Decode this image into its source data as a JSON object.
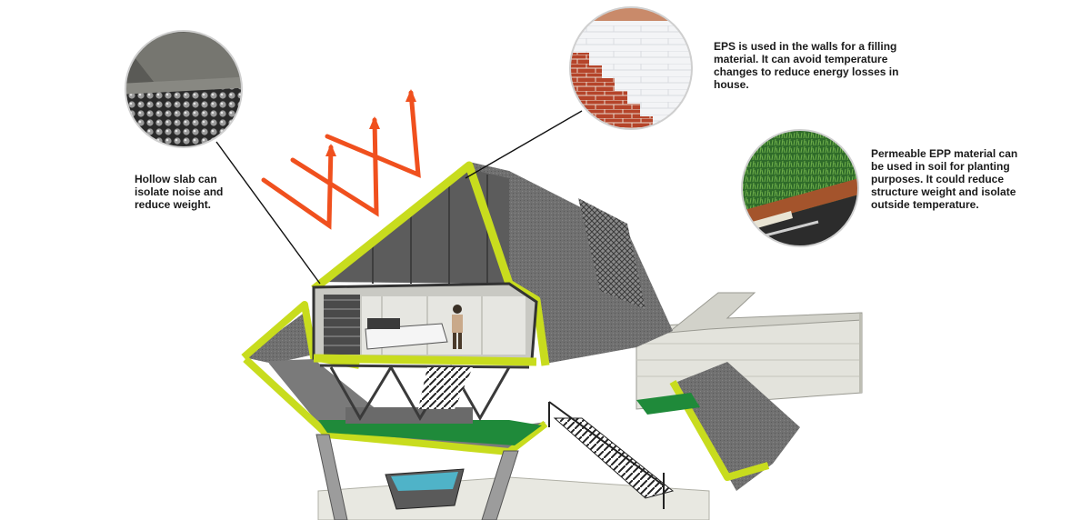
{
  "callouts": {
    "hollow_slab": {
      "text": "Hollow slab can isolate noise and reduce weight.",
      "icon": "hollow-slab-material-photo"
    },
    "eps": {
      "text": "EPS is used in the walls for a filling material. It can avoid temperature changes to reduce energy losses in house.",
      "icon": "brick-wall-eps-photo"
    },
    "epp": {
      "text": "Permeable EPP material can be used in soil for planting purposes. It could reduce structure weight and isolate outside temperature.",
      "icon": "grass-soil-epp-photo"
    }
  },
  "colors": {
    "accent_frame": "#c8dc1e",
    "sun_rays": "#f0501e",
    "roof": "#6e6e6e",
    "grass": "#1f8a3a",
    "concrete": "#d6d6cc"
  }
}
